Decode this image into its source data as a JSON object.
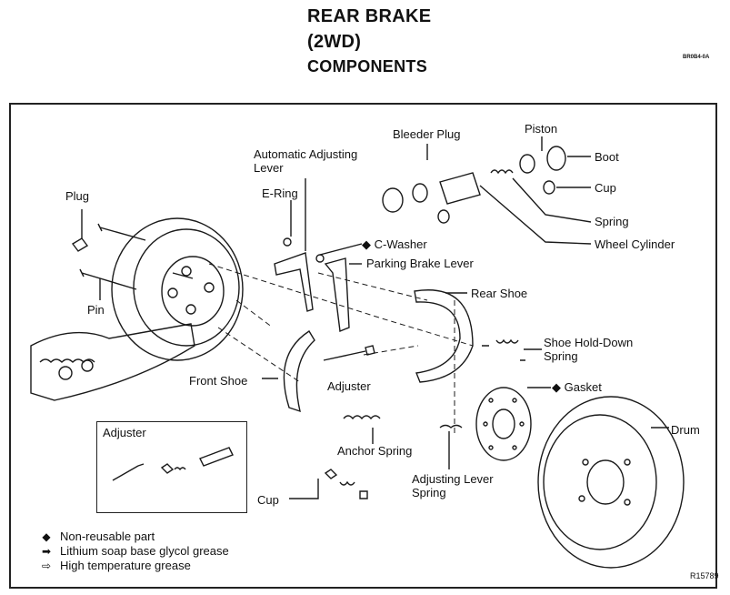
{
  "header": {
    "title_line1": "REAR BRAKE",
    "title_line2": "(2WD)",
    "title_line3": "COMPONENTS",
    "code": "BR0B4-0A"
  },
  "labels": {
    "plug": "Plug",
    "pin": "Pin",
    "auto_adjust_1": "Automatic Adjusting",
    "auto_adjust_2": "Lever",
    "e_ring": "E-Ring",
    "bleeder_plug": "Bleeder Plug",
    "piston": "Piston",
    "boot": "Boot",
    "cup_top": "Cup",
    "spring_top": "Spring",
    "wheel_cylinder": "Wheel Cylinder",
    "c_washer": "C-Washer",
    "parking_brake_lever": "Parking Brake Lever",
    "rear_shoe": "Rear Shoe",
    "shoe_hold_down_1": "Shoe Hold-Down",
    "shoe_hold_down_2": "Spring",
    "front_shoe": "Front Shoe",
    "adjuster": "Adjuster",
    "gasket": "Gasket",
    "drum": "Drum",
    "anchor_spring": "Anchor Spring",
    "adjusting_lever_spring_1": "Adjusting Lever",
    "adjusting_lever_spring_2": "Spring",
    "cup_bottom": "Cup"
  },
  "inset": {
    "title": "Adjuster"
  },
  "legend": [
    {
      "icon": "diamond-icon",
      "text": "Non-reusable part"
    },
    {
      "icon": "solid-arrow-icon",
      "text": "Lithium soap base glycol grease"
    },
    {
      "icon": "hollow-arrow-icon",
      "text": "High temperature grease"
    }
  ],
  "reference": "R15789"
}
